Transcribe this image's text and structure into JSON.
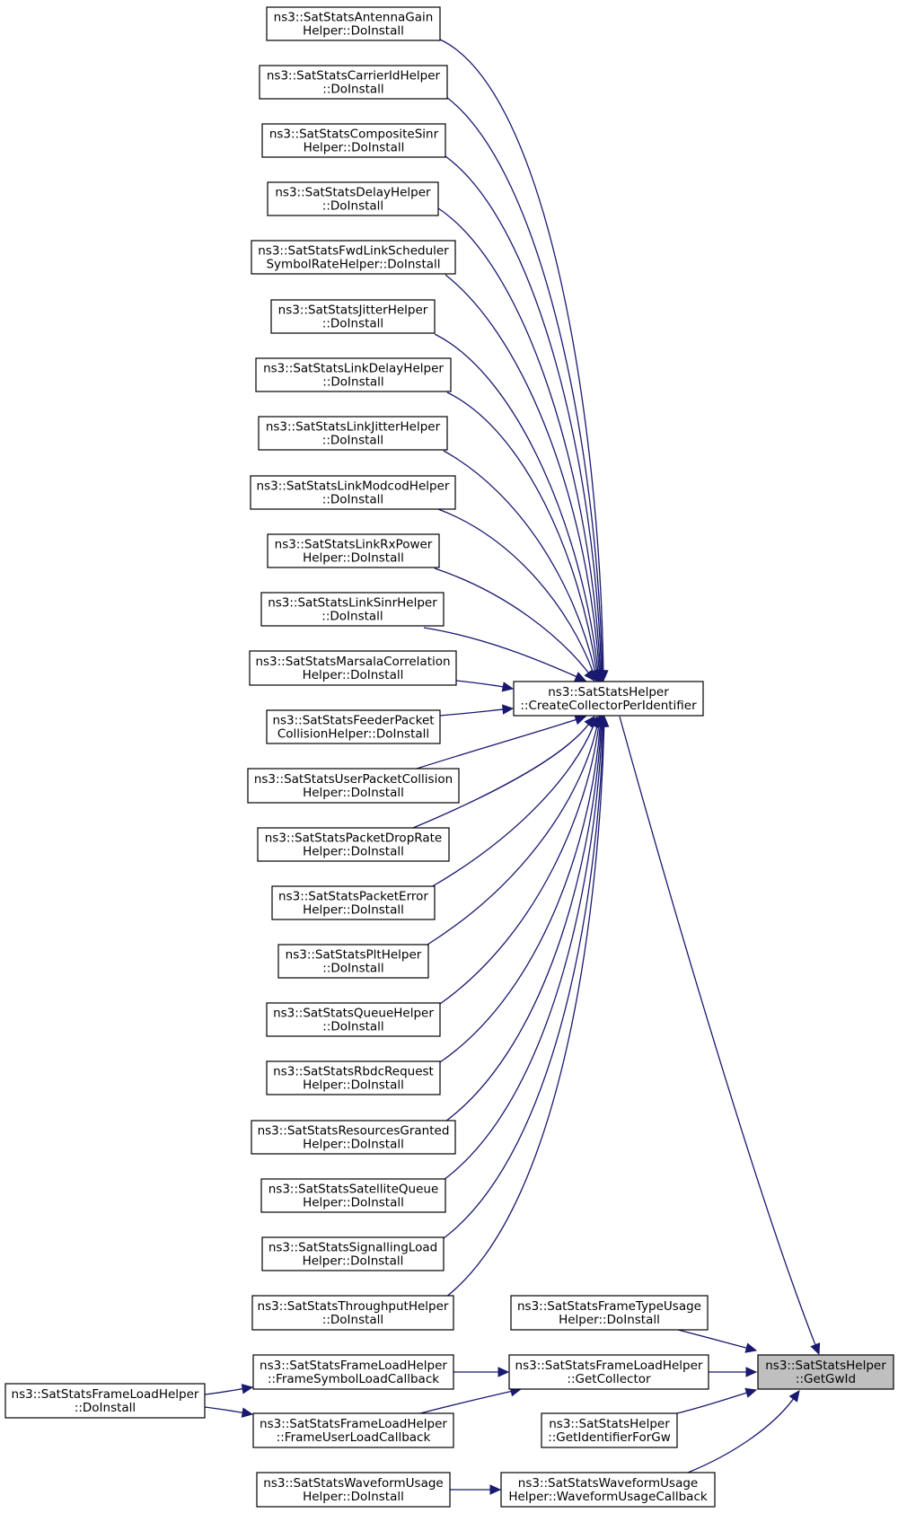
{
  "graph": {
    "kind": "caller-graph",
    "colors": {
      "edge": "#191970",
      "node_border": "#000000",
      "focus_fill": "#bfbfbf",
      "background": "#ffffff"
    },
    "nodes": [
      {
        "id": "antennagain",
        "lines": [
          "ns3::SatStatsAntennaGain",
          "Helper::DoInstall"
        ]
      },
      {
        "id": "carrierid",
        "lines": [
          "ns3::SatStatsCarrierIdHelper",
          "::DoInstall"
        ]
      },
      {
        "id": "compositesinr",
        "lines": [
          "ns3::SatStatsCompositeSinr",
          "Helper::DoInstall"
        ]
      },
      {
        "id": "delay",
        "lines": [
          "ns3::SatStatsDelayHelper",
          "::DoInstall"
        ]
      },
      {
        "id": "fwdlinkscheduler",
        "lines": [
          "ns3::SatStatsFwdLinkScheduler",
          "SymbolRateHelper::DoInstall"
        ]
      },
      {
        "id": "jitter",
        "lines": [
          "ns3::SatStatsJitterHelper",
          "::DoInstall"
        ]
      },
      {
        "id": "linkdelay",
        "lines": [
          "ns3::SatStatsLinkDelayHelper",
          "::DoInstall"
        ]
      },
      {
        "id": "linkjitter",
        "lines": [
          "ns3::SatStatsLinkJitterHelper",
          "::DoInstall"
        ]
      },
      {
        "id": "linkmodcod",
        "lines": [
          "ns3::SatStatsLinkModcodHelper",
          "::DoInstall"
        ]
      },
      {
        "id": "linkrxpower",
        "lines": [
          "ns3::SatStatsLinkRxPower",
          "Helper::DoInstall"
        ]
      },
      {
        "id": "linksinr",
        "lines": [
          "ns3::SatStatsLinkSinrHelper",
          "::DoInstall"
        ]
      },
      {
        "id": "marsala",
        "lines": [
          "ns3::SatStatsMarsalaCorrelation",
          "Helper::DoInstall"
        ]
      },
      {
        "id": "feederpacket",
        "lines": [
          "ns3::SatStatsFeederPacket",
          "CollisionHelper::DoInstall"
        ]
      },
      {
        "id": "userpacket",
        "lines": [
          "ns3::SatStatsUserPacketCollision",
          "Helper::DoInstall"
        ]
      },
      {
        "id": "packetdroprate",
        "lines": [
          "ns3::SatStatsPacketDropRate",
          "Helper::DoInstall"
        ]
      },
      {
        "id": "packeterror",
        "lines": [
          "ns3::SatStatsPacketError",
          "Helper::DoInstall"
        ]
      },
      {
        "id": "plt",
        "lines": [
          "ns3::SatStatsPltHelper",
          "::DoInstall"
        ]
      },
      {
        "id": "queue",
        "lines": [
          "ns3::SatStatsQueueHelper",
          "::DoInstall"
        ]
      },
      {
        "id": "rbdc",
        "lines": [
          "ns3::SatStatsRbdcRequest",
          "Helper::DoInstall"
        ]
      },
      {
        "id": "resourcesgranted",
        "lines": [
          "ns3::SatStatsResourcesGranted",
          "Helper::DoInstall"
        ]
      },
      {
        "id": "satellitequeue",
        "lines": [
          "ns3::SatStatsSatelliteQueue",
          "Helper::DoInstall"
        ]
      },
      {
        "id": "signallingload",
        "lines": [
          "ns3::SatStatsSignallingLoad",
          "Helper::DoInstall"
        ]
      },
      {
        "id": "throughput",
        "lines": [
          "ns3::SatStatsThroughputHelper",
          "::DoInstall"
        ]
      },
      {
        "id": "createcollector",
        "lines": [
          "ns3::SatStatsHelper",
          "::CreateCollectorPerIdentifier"
        ]
      },
      {
        "id": "frametypeusage",
        "lines": [
          "ns3::SatStatsFrameTypeUsage",
          "Helper::DoInstall"
        ]
      },
      {
        "id": "framesymbolload",
        "lines": [
          "ns3::SatStatsFrameLoadHelper",
          "::FrameSymbolLoadCallback"
        ]
      },
      {
        "id": "getcollector",
        "lines": [
          "ns3::SatStatsFrameLoadHelper",
          "::GetCollector"
        ]
      },
      {
        "id": "frameloaddoinstall",
        "lines": [
          "ns3::SatStatsFrameLoadHelper",
          "::DoInstall"
        ]
      },
      {
        "id": "getidentifierforgw",
        "lines": [
          "ns3::SatStatsHelper",
          "::GetIdentifierForGw"
        ]
      },
      {
        "id": "frameuserload",
        "lines": [
          "ns3::SatStatsFrameLoadHelper",
          "::FrameUserLoadCallback"
        ]
      },
      {
        "id": "waveformdoinstall",
        "lines": [
          "ns3::SatStatsWaveformUsage",
          "Helper::DoInstall"
        ]
      },
      {
        "id": "waveformcallback",
        "lines": [
          "ns3::SatStatsWaveformUsage",
          "Helper::WaveformUsageCallback"
        ]
      },
      {
        "id": "getgwid",
        "lines": [
          "ns3::SatStatsHelper",
          "::GetGwId"
        ],
        "focus": true
      }
    ],
    "edges": [
      {
        "from": "antennagain",
        "to": "createcollector"
      },
      {
        "from": "carrierid",
        "to": "createcollector"
      },
      {
        "from": "compositesinr",
        "to": "createcollector"
      },
      {
        "from": "delay",
        "to": "createcollector"
      },
      {
        "from": "fwdlinkscheduler",
        "to": "createcollector"
      },
      {
        "from": "jitter",
        "to": "createcollector"
      },
      {
        "from": "linkdelay",
        "to": "createcollector"
      },
      {
        "from": "linkjitter",
        "to": "createcollector"
      },
      {
        "from": "linkmodcod",
        "to": "createcollector"
      },
      {
        "from": "linkrxpower",
        "to": "createcollector"
      },
      {
        "from": "linksinr",
        "to": "createcollector"
      },
      {
        "from": "marsala",
        "to": "createcollector"
      },
      {
        "from": "feederpacket",
        "to": "createcollector"
      },
      {
        "from": "userpacket",
        "to": "createcollector"
      },
      {
        "from": "packetdroprate",
        "to": "createcollector"
      },
      {
        "from": "packeterror",
        "to": "createcollector"
      },
      {
        "from": "plt",
        "to": "createcollector"
      },
      {
        "from": "queue",
        "to": "createcollector"
      },
      {
        "from": "rbdc",
        "to": "createcollector"
      },
      {
        "from": "resourcesgranted",
        "to": "createcollector"
      },
      {
        "from": "satellitequeue",
        "to": "createcollector"
      },
      {
        "from": "signallingload",
        "to": "createcollector"
      },
      {
        "from": "throughput",
        "to": "createcollector"
      },
      {
        "from": "createcollector",
        "to": "getgwid"
      },
      {
        "from": "frametypeusage",
        "to": "getgwid"
      },
      {
        "from": "getcollector",
        "to": "getgwid"
      },
      {
        "from": "getidentifierforgw",
        "to": "getgwid"
      },
      {
        "from": "waveformcallback",
        "to": "getgwid"
      },
      {
        "from": "framesymbolload",
        "to": "getcollector"
      },
      {
        "from": "frameuserload",
        "to": "getcollector"
      },
      {
        "from": "frameloaddoinstall",
        "to": "framesymbolload"
      },
      {
        "from": "frameloaddoinstall",
        "to": "frameuserload"
      },
      {
        "from": "waveformdoinstall",
        "to": "waveformcallback"
      }
    ]
  }
}
